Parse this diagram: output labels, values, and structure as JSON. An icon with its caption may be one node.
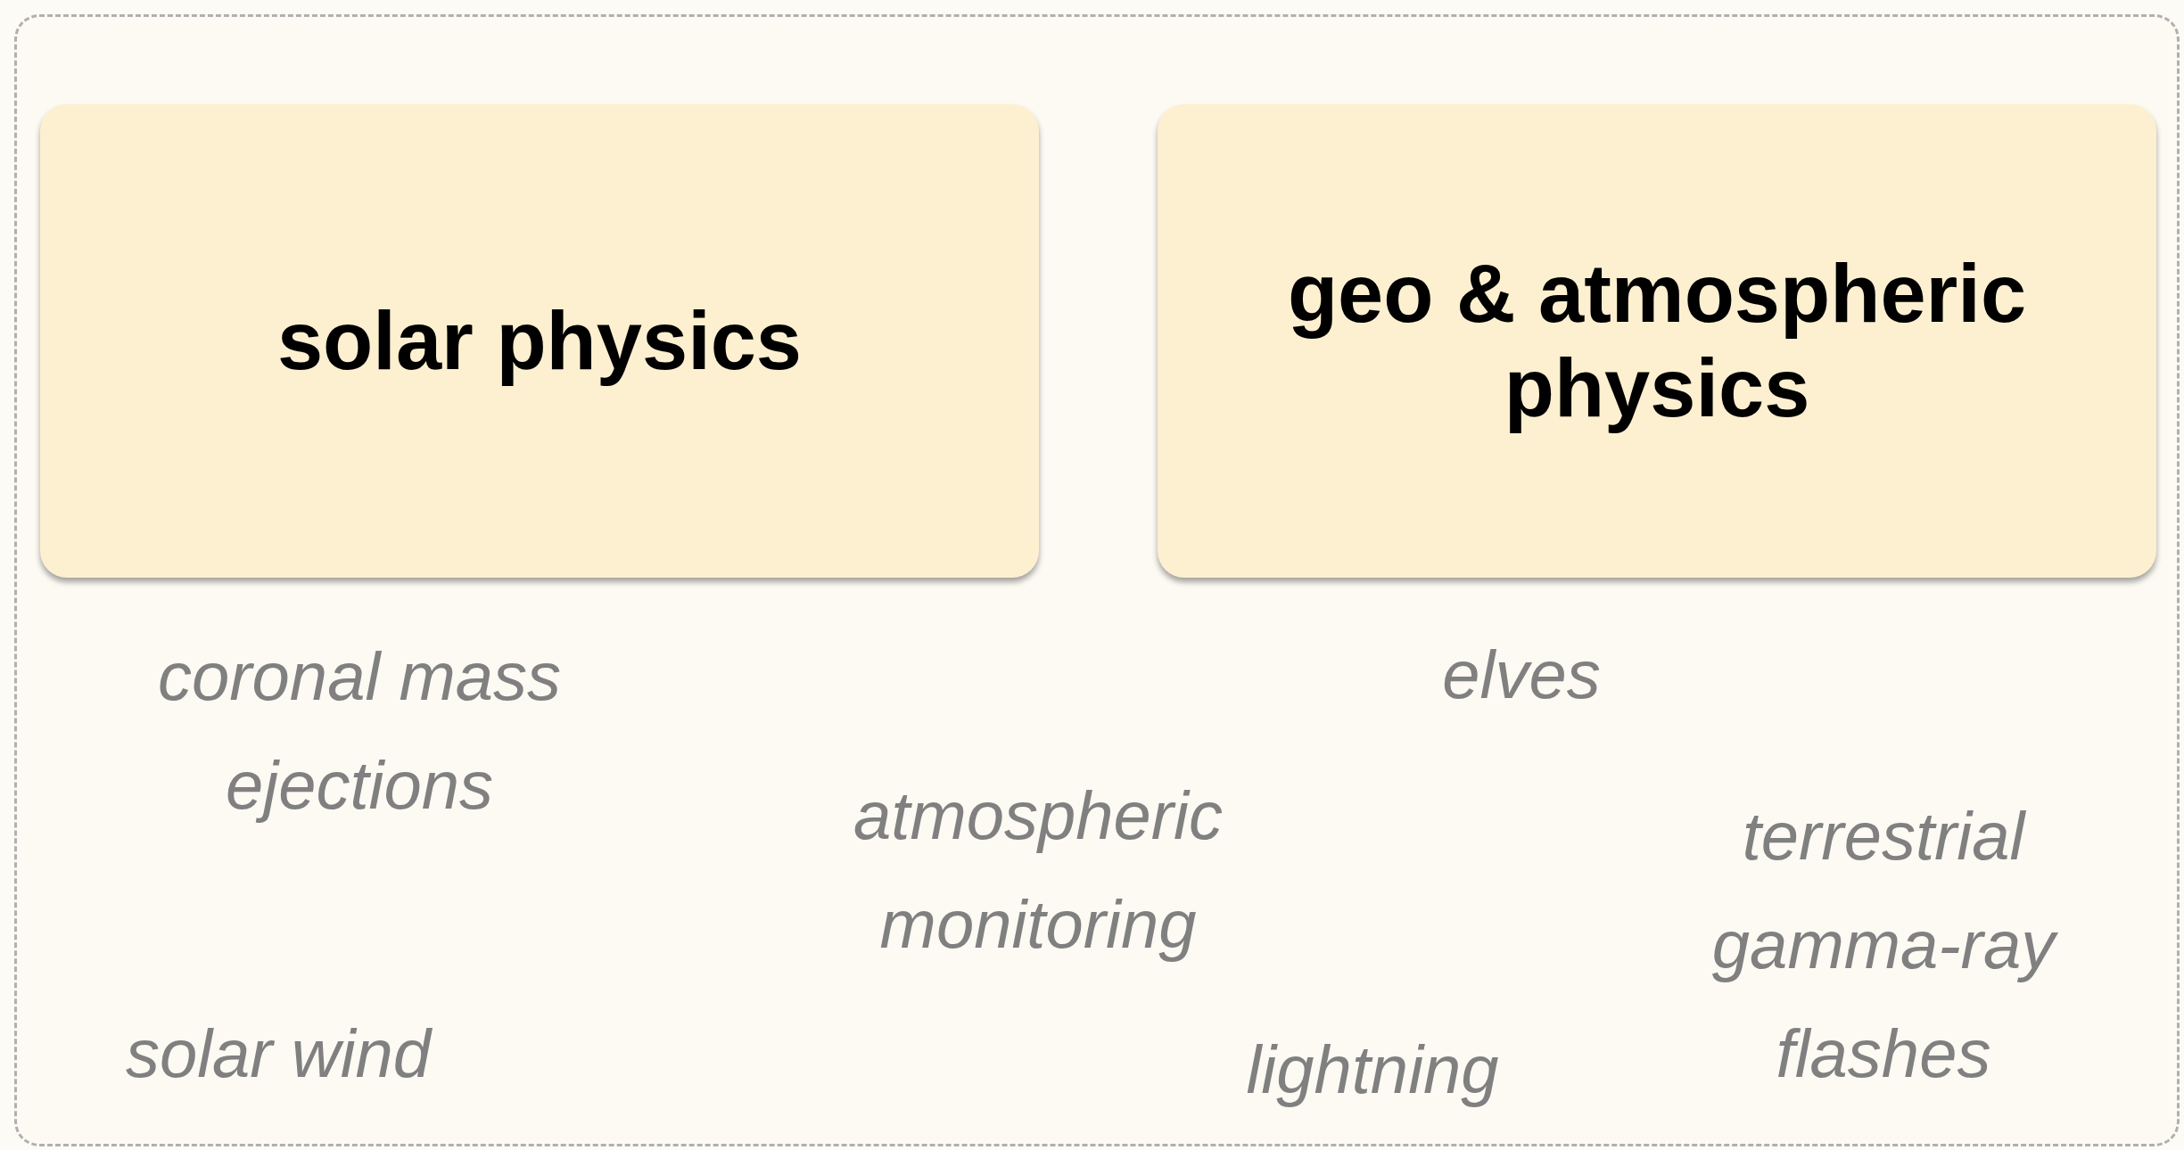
{
  "diagram": {
    "nodes": [
      {
        "text": [],
        "shape": "box"
      },
      {
        "text": [
          "solar physics"
        ],
        "in": 0
      },
      {
        "text": [
          "geo & atmospheric physics"
        ],
        "in": 0
      }
    ],
    "labels": [
      "elves",
      "coronal mass ejections",
      "atmospheric monitoring",
      "terrestrial gamma-ray flashes",
      "solar wind",
      "lightning"
    ]
  }
}
